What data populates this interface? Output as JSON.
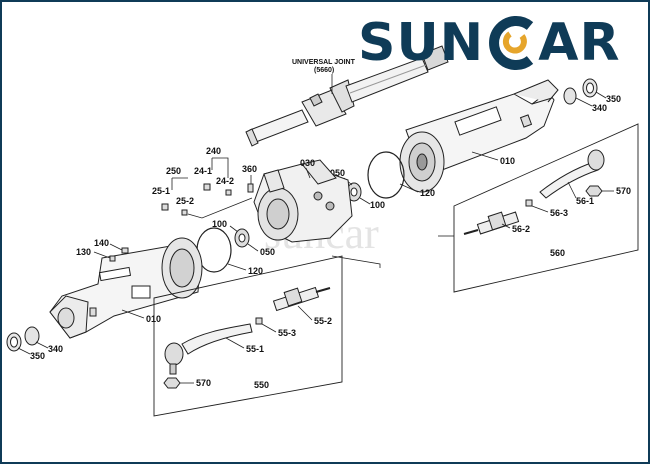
{
  "brand": {
    "left": "SUN",
    "right": "AR",
    "logo_color": "#0f3b57",
    "accent_color": "#e6a52b"
  },
  "watermark": "suncar",
  "universal_joint": {
    "line1": "UNIVERSAL JOINT",
    "line2": "(5660)"
  },
  "labels": {
    "l350a": "350",
    "l340a": "340",
    "l010a": "010",
    "l120a": "120",
    "l050a": "050",
    "l100a": "100",
    "l030": "030",
    "l360": "360",
    "l240": "240",
    "l241": "24-1",
    "l242": "24-2",
    "l250": "250",
    "l251": "25-1",
    "l252": "25-2",
    "l100b": "100",
    "l050b": "050",
    "l120b": "120",
    "l140": "140",
    "l130": "130",
    "l010b": "010",
    "l340b": "340",
    "l350b": "350",
    "l552": "55-2",
    "l553": "55-3",
    "l551": "55-1",
    "l570b": "570",
    "l550": "550",
    "l570a": "570",
    "l561": "56-1",
    "l563": "56-3",
    "l562": "56-2",
    "l560": "560"
  }
}
